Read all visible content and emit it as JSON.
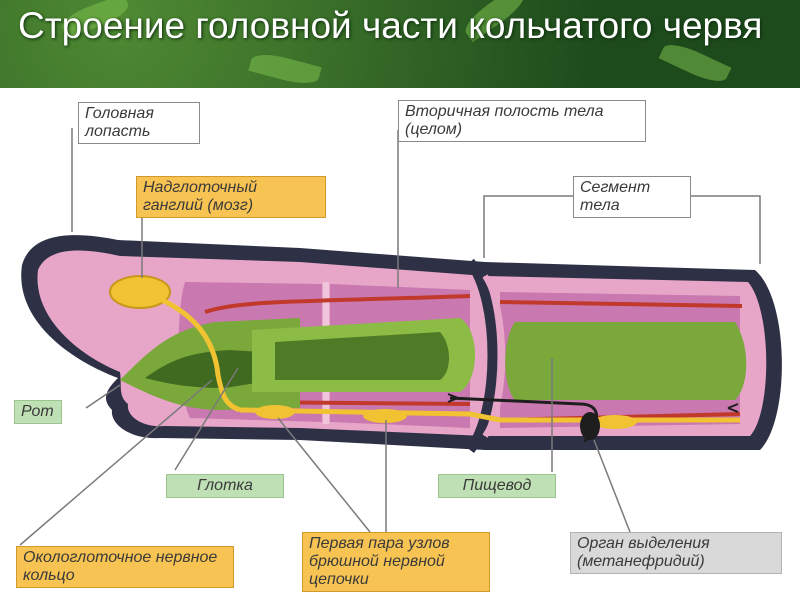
{
  "title": "Строение головной части кольчатого червя",
  "labels": {
    "head_lobe": "Головная лопасть",
    "coelom": "Вторичная полость тела (целом)",
    "ganglion": "Надглоточный ганглий (мозг)",
    "segment": "Сегмент тела",
    "mouth": "Рот",
    "pharynx": "Глотка",
    "esophagus": "Пищевод",
    "nerve_ring": "Окологлоточное нервное кольцо",
    "ventral_nodes": "Первая пара узлов брюшной нервной цепочки",
    "excretory": "Орган выделения (метанефридий)"
  },
  "colors": {
    "body_wall": "#2e3146",
    "tissue": "#e7a6c8",
    "cavity": "#c978b0",
    "gut": "#7aa83a",
    "nerve": "#f1c232",
    "vessel": "#c0392b"
  }
}
